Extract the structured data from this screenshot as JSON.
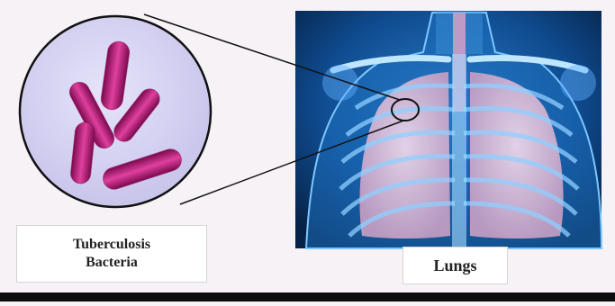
{
  "labels": {
    "bacteria_line1": "Tuberculosis",
    "bacteria_line2": "Bacteria",
    "lungs": "Lungs"
  },
  "colors": {
    "background": "#f7f2f6",
    "zoom_circle_fill": "#d6d4f0",
    "bacteria": "#c0187e",
    "xray_background": "#082c5a",
    "skeleton": "#9ad6ff",
    "lung_fill": "#e8c8dc"
  },
  "icons": {
    "bacteria": "bacteria-icon",
    "lungs": "lungs-xray-illustration"
  }
}
